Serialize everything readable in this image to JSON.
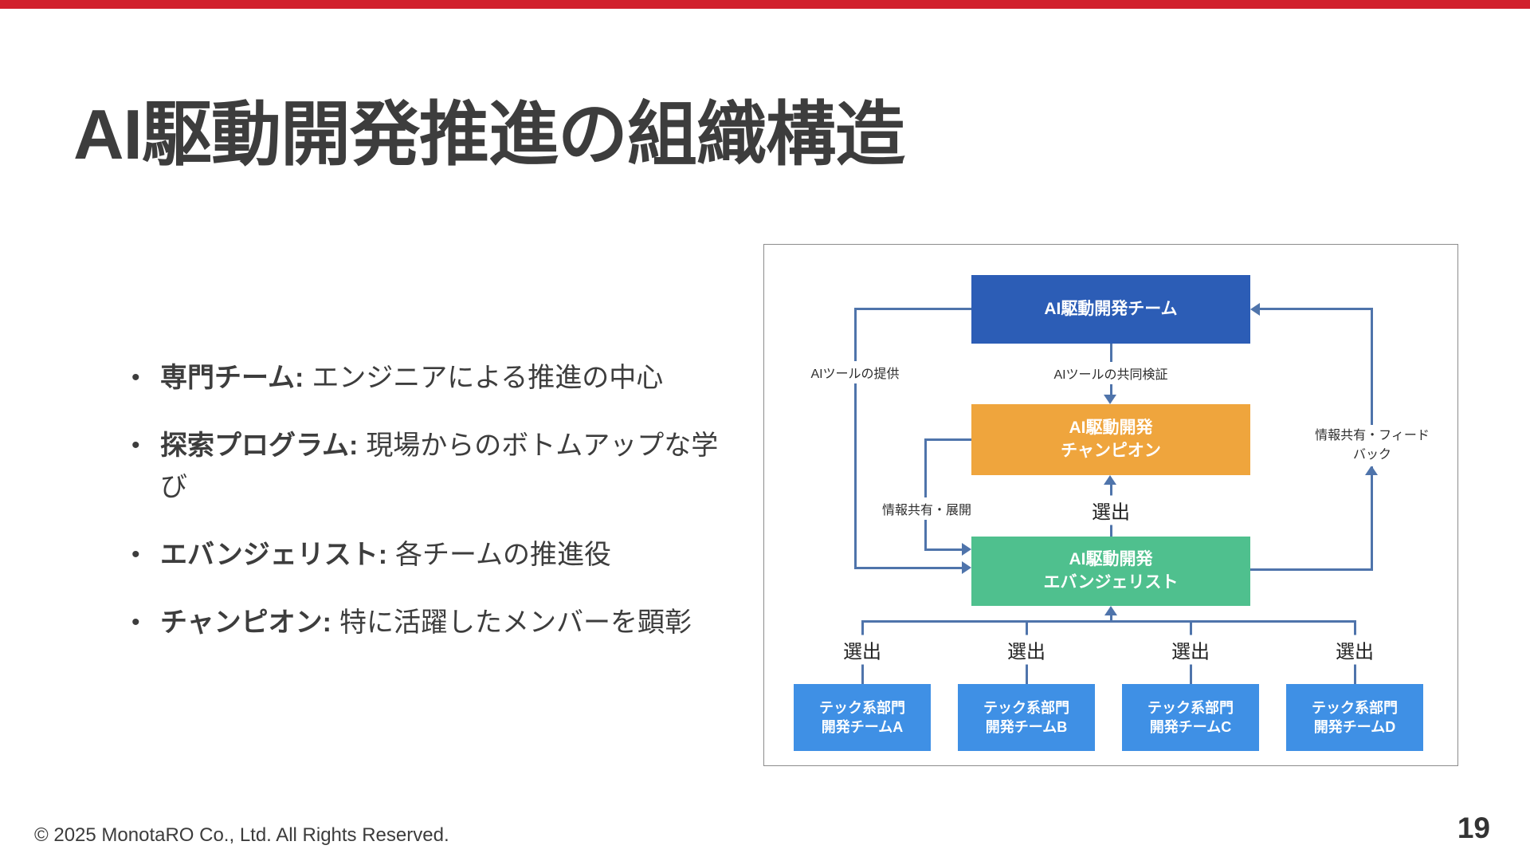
{
  "slide": {
    "title": "AI駆動開発推進の組織構造",
    "footer": "© 2025 MonotaRO Co., Ltd. All Rights Reserved.",
    "page_number": "19"
  },
  "bullets": [
    {
      "label": "専門チーム:",
      "text": "エンジニアによる推進の中心"
    },
    {
      "label": "探索プログラム:",
      "text": "現場からのボトムアップな学び"
    },
    {
      "label": "エバンジェリスト:",
      "text": "各チームの推進役"
    },
    {
      "label": "チャンピオン:",
      "text": "特に活躍したメンバーを顕彰"
    }
  ],
  "diagram": {
    "nodes": {
      "team": {
        "label": "AI駆動開発チーム"
      },
      "champion": {
        "label": "AI駆動開発\nチャンピオン"
      },
      "evangelist": {
        "label": "AI駆動開発\nエバンジェリスト"
      },
      "dev_teams": [
        {
          "label": "テック系部門\n開発チームA"
        },
        {
          "label": "テック系部門\n開発チームB"
        },
        {
          "label": "テック系部門\n開発チームC"
        },
        {
          "label": "テック系部門\n開発チームD"
        }
      ]
    },
    "edge_labels": {
      "provide": "AIツールの提供",
      "joint_validation": "AIツールの共同検証",
      "share_deploy": "情報共有・展開",
      "feedback": "情報共有・フィード\nバック",
      "election": "選出"
    }
  },
  "colors": {
    "red_bar": "#d1202c",
    "node_blue": "#2c5db6",
    "node_orange": "#efa53d",
    "node_green": "#4fc08e",
    "node_lightblue": "#3f90e5",
    "edge": "#4f74ab",
    "text_dark": "#3d3d3d",
    "border_gray": "#8c8c8c"
  }
}
